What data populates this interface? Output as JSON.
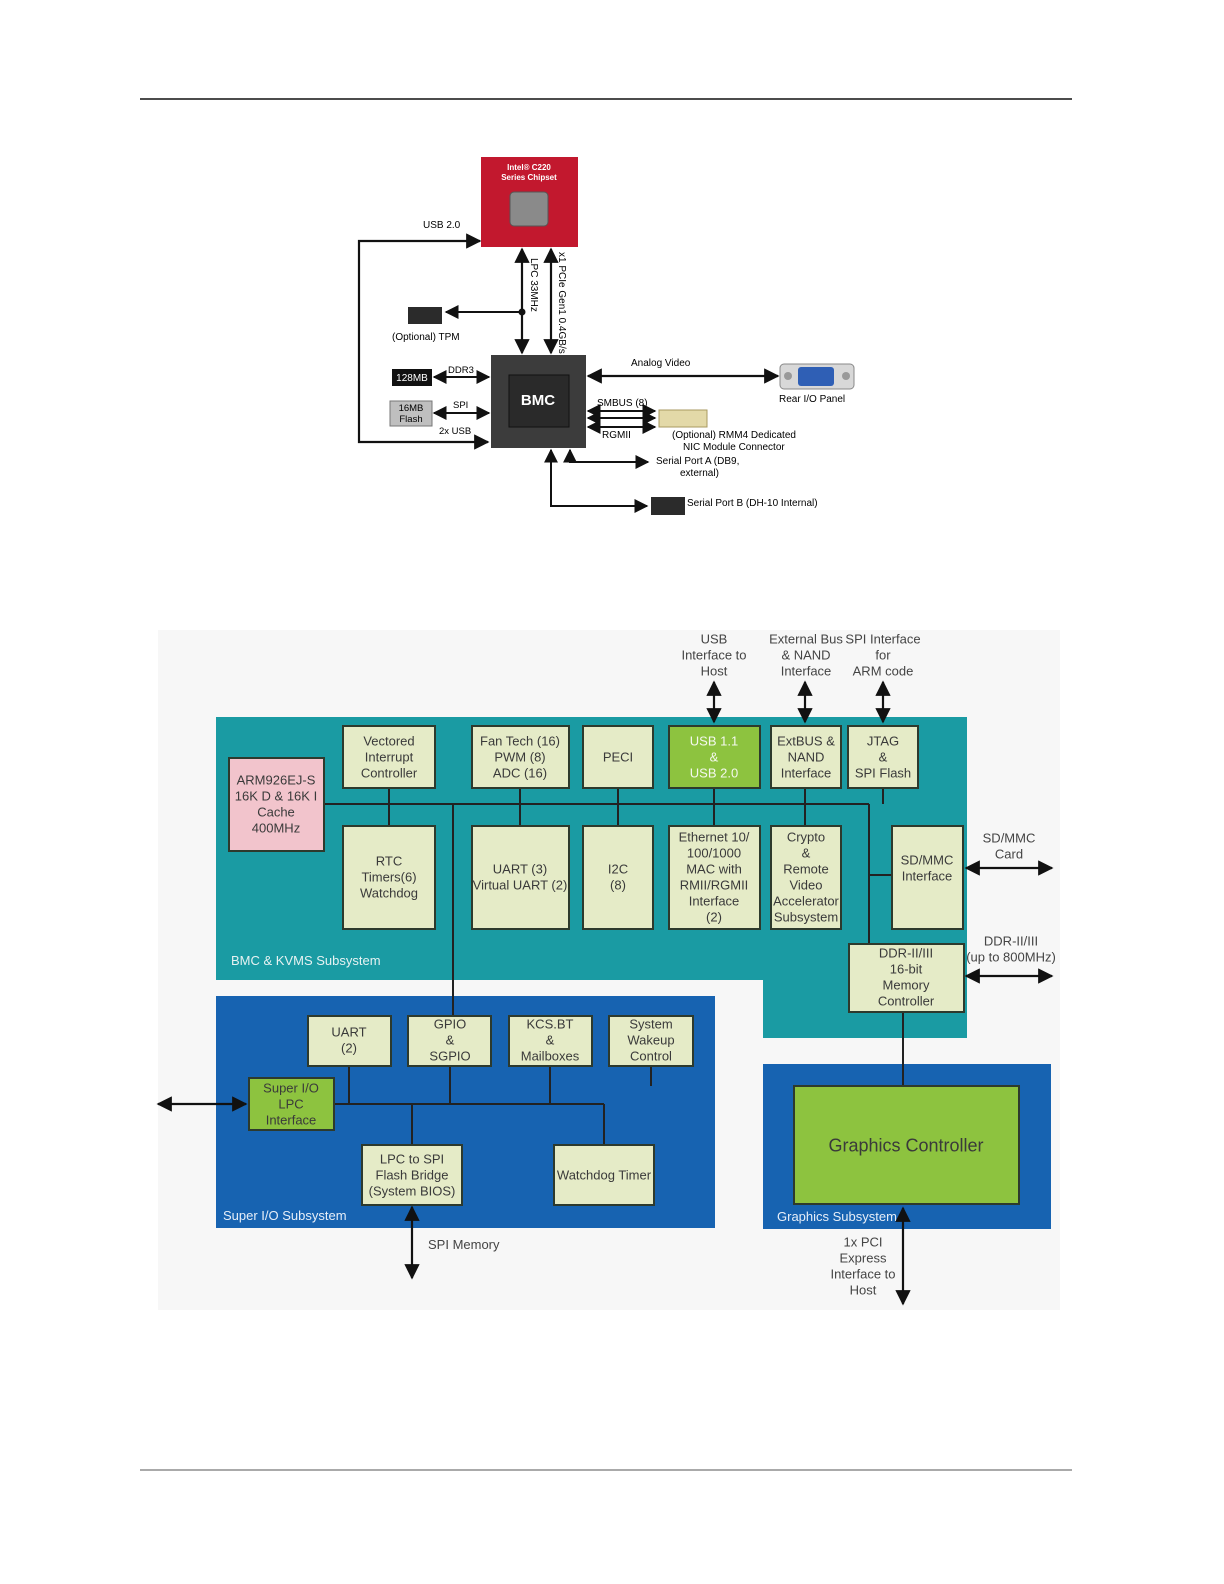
{
  "top_diagram": {
    "chipset": {
      "line1": "Intel® C220",
      "line2": "Series Chipset"
    },
    "bmc": "BMC",
    "links": {
      "usb20": "USB 2.0",
      "lpc": "LPC 33MHz",
      "pcie": "x1 PCIe Gen1 0.4GB/s",
      "tpm": "(Optional) TPM",
      "ddr3": "DDR3",
      "spi": "SPI",
      "usb2x": "2x USB",
      "analog_video": "Analog Video",
      "rear_io": "Rear I/O Panel",
      "smbus": "SMBUS (8)",
      "rgmii": "RGMII",
      "rmm4_line1": "(Optional) RMM4 Dedicated",
      "rmm4_line2": "NIC Module Connector",
      "serial_a_line1": "Serial Port A (DB9,",
      "serial_a_line2": "external)",
      "serial_b": "Serial Port B (DH-10 Internal)"
    },
    "mem128": "128MB",
    "flash": {
      "line1": "16MB",
      "line2": "Flash"
    }
  },
  "bottom_diagram": {
    "top_labels": {
      "usb": [
        "USB",
        "Interface to",
        "Host"
      ],
      "extbus": [
        "External Bus",
        "& NAND",
        "Interface"
      ],
      "spi": [
        "SPI Interface",
        "for",
        "ARM code"
      ]
    },
    "side_labels": {
      "sdmmc": [
        "SD/MMC",
        "Card"
      ],
      "ddr": [
        "DDR-II/III",
        "(up to 800MHz)"
      ],
      "spi_memory": "SPI Memory",
      "pci": [
        "1x PCI",
        "Express",
        "Interface to",
        "Host"
      ]
    },
    "regions": {
      "bmc_kvms": "BMC & KVMS Subsystem",
      "superio": "Super I/O Subsystem",
      "graphics": "Graphics Subsystem"
    },
    "blocks": {
      "arm": [
        "ARM926EJ-S",
        "16K D & 16K I",
        "Cache",
        "400MHz"
      ],
      "vic": [
        "Vectored",
        "Interrupt",
        "Controller"
      ],
      "fan": [
        "Fan Tech (16)",
        "PWM (8)",
        "ADC (16)"
      ],
      "peci": [
        "PECI"
      ],
      "usb": [
        "USB 1.1",
        "&",
        "USB 2.0"
      ],
      "extbus": [
        "ExtBUS &",
        "NAND",
        "Interface"
      ],
      "jtag": [
        "JTAG",
        "&",
        "SPI Flash"
      ],
      "rtc": [
        "RTC",
        "Timers(6)",
        "Watchdog"
      ],
      "uart3": [
        "UART (3)",
        "Virtual UART (2)"
      ],
      "i2c": [
        "I2C",
        "(8)"
      ],
      "eth": [
        "Ethernet 10/",
        "100/1000",
        "MAC with",
        "RMII/RGMII",
        "Interface",
        "(2)"
      ],
      "crypto": [
        "Crypto",
        "&",
        "Remote",
        "Video",
        "Accelerator",
        "Subsystem"
      ],
      "sdmmc": [
        "SD/MMC",
        "Interface"
      ],
      "ddrc": [
        "DDR-II/III",
        "16-bit",
        "Memory",
        "Controller"
      ],
      "uart2": [
        "UART",
        "(2)"
      ],
      "gpio": [
        "GPIO",
        "&",
        "SGPIO"
      ],
      "kcs": [
        "KCS.BT",
        "&",
        "Mailboxes"
      ],
      "wake": [
        "System",
        "Wakeup",
        "Control"
      ],
      "lpc": [
        "Super I/O",
        "LPC",
        "Interface"
      ],
      "lpcspi": [
        "LPC to SPI",
        "Flash Bridge",
        "(System BIOS)"
      ],
      "wdt": [
        "Watchdog Timer"
      ],
      "gfx": [
        "Graphics Controller"
      ]
    }
  },
  "colors": {
    "teal": "#1a9ba3",
    "blue": "#1763b1",
    "block": "#e5ebc7",
    "green": "#8dc33f",
    "pink": "#f2c4cc",
    "chipset_red": "#c2182e",
    "bmc_dark": "#3c3c3c"
  }
}
